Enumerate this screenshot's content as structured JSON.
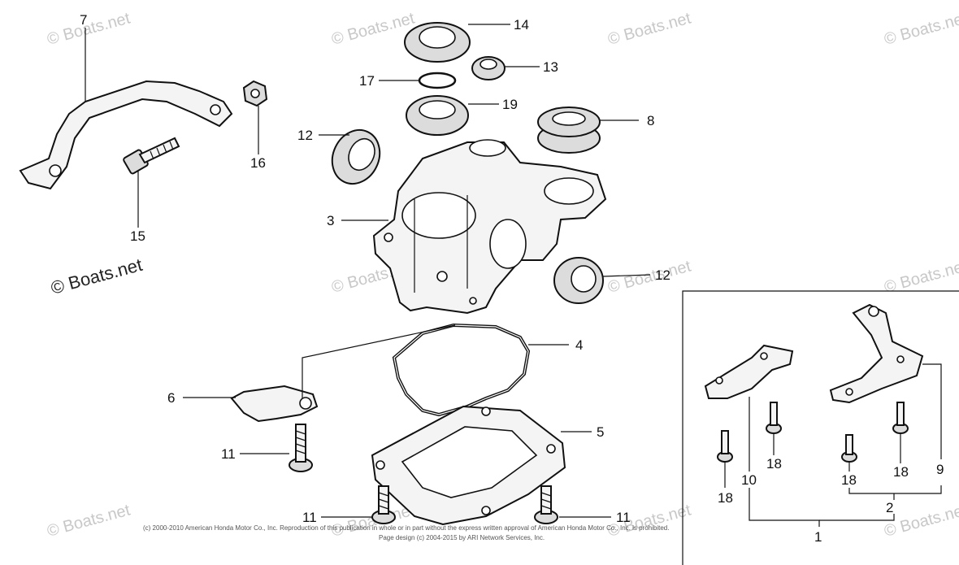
{
  "callouts": [
    {
      "id": "c14",
      "text": "14"
    },
    {
      "id": "c13",
      "text": "13"
    },
    {
      "id": "c17",
      "text": "17"
    },
    {
      "id": "c19",
      "text": "19"
    },
    {
      "id": "c8",
      "text": "8"
    },
    {
      "id": "c12a",
      "text": "12"
    },
    {
      "id": "c12b",
      "text": "12"
    },
    {
      "id": "c7",
      "text": "7"
    },
    {
      "id": "c16",
      "text": "16"
    },
    {
      "id": "c15",
      "text": "15"
    },
    {
      "id": "c3",
      "text": "3"
    },
    {
      "id": "c4",
      "text": "4"
    },
    {
      "id": "c5",
      "text": "5"
    },
    {
      "id": "c6",
      "text": "6"
    },
    {
      "id": "c11a",
      "text": "11"
    },
    {
      "id": "c11b",
      "text": "11"
    },
    {
      "id": "c11c",
      "text": "11"
    },
    {
      "id": "c18a",
      "text": "18"
    },
    {
      "id": "c18b",
      "text": "18"
    },
    {
      "id": "c18c",
      "text": "18"
    },
    {
      "id": "c18d",
      "text": "18"
    },
    {
      "id": "c10",
      "text": "10"
    },
    {
      "id": "c9",
      "text": "9"
    },
    {
      "id": "c2",
      "text": "2"
    },
    {
      "id": "c1",
      "text": "1"
    }
  ],
  "watermarks": {
    "main": "© Boats.net",
    "faint": "© Boats.net"
  },
  "copyright": {
    "line1": "(c) 2000-2010 American Honda Motor Co., Inc. Reproduction of this publication in whole or in part without the express written approval of American Honda Motor Co., Inc. is prohibited.",
    "line2": "Page design (c) 2004-2015 by ARI Network Services, Inc."
  }
}
